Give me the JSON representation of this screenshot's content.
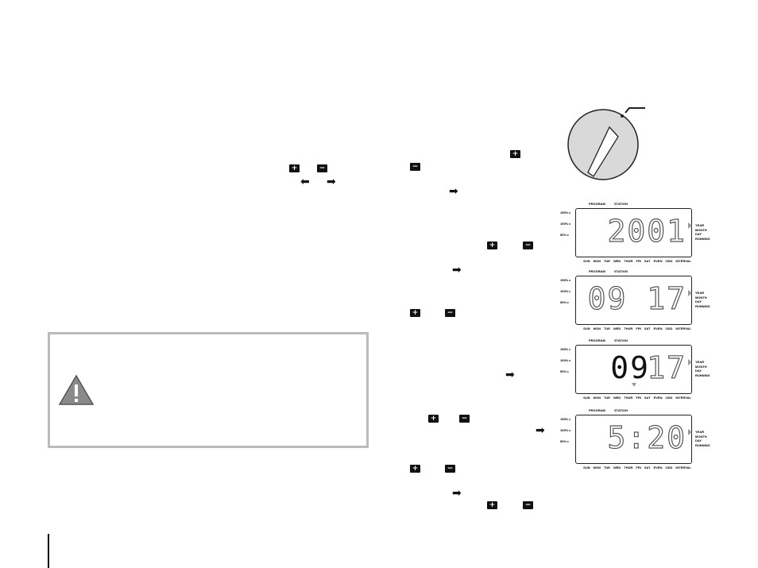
{
  "buttons": {
    "plus": "+",
    "minus": "−"
  },
  "icons": {
    "arrow_left": "arrow-left-icon",
    "arrow_right": "arrow-right-icon",
    "warning": "warning-icon",
    "dial": "dial-icon"
  },
  "lcd": {
    "program_label": "PROGRAM",
    "station_label": "STATION",
    "percents": [
      "150%",
      "100%",
      "50%"
    ],
    "days": [
      "SUN",
      "MON",
      "TUE",
      "WED",
      "THUR",
      "FRI",
      "SAT",
      "EVEN",
      "ODD",
      "INTERVAL"
    ],
    "modes": [
      "YEAR",
      "MONTH",
      "DAY",
      "RUNNING"
    ]
  },
  "displays": [
    {
      "value": "2001",
      "style": "dim"
    },
    {
      "value": "09 17",
      "style": "dim"
    },
    {
      "left": "09",
      "right": "17"
    },
    {
      "value": "5:20",
      "style": "dim"
    }
  ],
  "footer": {
    "page_rule": ""
  }
}
